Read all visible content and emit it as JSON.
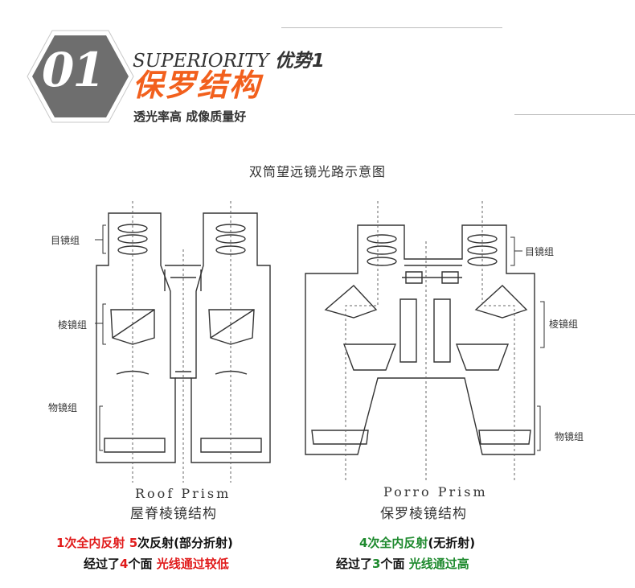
{
  "header": {
    "badge_number": "01",
    "superiority_en": "SUPERIORITY",
    "superiority_cn": "优势1",
    "title": "保罗结构",
    "subtitle": "透光率高  成像质量好"
  },
  "diagram": {
    "title": "双筒望远镜光路示意图",
    "roof": {
      "label_eyepiece": "目镜组",
      "label_prism": "棱镜组",
      "label_objective": "物镜组",
      "caption_en": "Roof  Prism",
      "caption_cn": "屋脊棱镜结构"
    },
    "porro": {
      "label_eyepiece": "目镜组",
      "label_prism": "棱镜组",
      "label_objective": "物镜组",
      "caption_en": "Porro  Prism",
      "caption_cn": "保罗棱镜结构"
    }
  },
  "notes": {
    "roof_line1": {
      "a": "1次全内反射",
      "b": "5",
      "c": "次反射(部分折射)"
    },
    "roof_line2": {
      "a": "经过了",
      "b": "4",
      "c": "个面  ",
      "d": "光线通过较低"
    },
    "porro_line1": {
      "a": "4次全内反射",
      "b": "(无折射)"
    },
    "porro_line2": {
      "a": "经过了",
      "b": "3",
      "c": "个面  ",
      "d": "光线通过高"
    }
  },
  "colors": {
    "accent": "#f2601d",
    "red": "#e11b1b",
    "green": "#1e8a2e",
    "badge": "#6e6e6e"
  }
}
